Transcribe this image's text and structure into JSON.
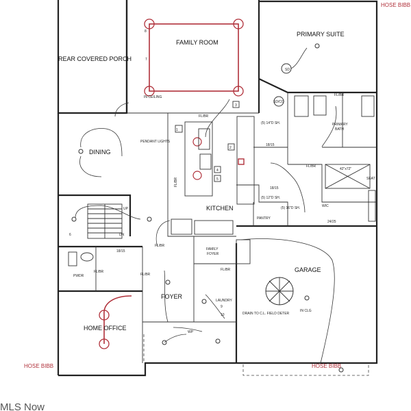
{
  "rooms": {
    "rear_covered_porch": "REAR COVERED PORCH",
    "family_room": "FAMILY ROOM",
    "primary_suite": "PRIMARY SUITE",
    "dining": "DINING",
    "kitchen": "KITCHEN",
    "pantry": "PANTRY",
    "primary_bath": [
      "PRIMARY",
      "BATH"
    ],
    "wic": "WIC",
    "garage": "GARAGE",
    "family_foyer": [
      "FAMILY",
      "FOYER"
    ],
    "foyer": "FOYER",
    "pwdr": "PWDR",
    "laundry": "LAUNDRY",
    "home_office": "HOME OFFICE"
  },
  "notes": {
    "hose_bibb_top": "HOSE BIBB",
    "hose_bibb_left": "HOSE BIBB",
    "hose_bibb_bottom": "HOSE BIBB",
    "pendant_lights": "PENDANT LIGHTS",
    "in_ceiling": "IN CEILING",
    "drain_note": "DRAIN TO C.L. FIELD DETER",
    "in_clg": "IN CLG",
    "wp": "WP",
    "up": "UP",
    "dn": "DN",
    "fl_br_kitchen": "FL/BR",
    "fl_br_left": "FL/BR",
    "fl_br_ff": "FL/BR",
    "fl_br_foyer": "FL/BR",
    "fl_br_pwdr": "FL/BR",
    "fl_br_laundry": "FL/BR",
    "fl_br_bath": "FL/BR",
    "fl_br_bath2": "FL/BR",
    "sd_main": "SD",
    "sd_closet": "SD/CO",
    "shelf_5_14": "(5) 14\"D SH.",
    "shelf_5_12": "(5) 12\"D SH.",
    "shelf_5_16": "(5) 16\"D SH.",
    "dim_18_15_a": "18/15",
    "dim_18_15_b": "18/15",
    "dim_18_15_c": "18/15",
    "dim_24_25": "24/25",
    "dim_42": "42\"x72\"",
    "seat": "SEAT",
    "tag_1": "1",
    "tag_2": "2",
    "tag_3": "3",
    "tag_4": "4",
    "tag_5": "5",
    "tag_6": "6",
    "tag_7": "7",
    "tag_8": "8",
    "tag_9": "9",
    "tag_10": "10"
  },
  "watermark": "MLS Now",
  "colors": {
    "wall": "#222222",
    "recessed_light": "#b0303a",
    "hose_note": "#b0303a"
  }
}
